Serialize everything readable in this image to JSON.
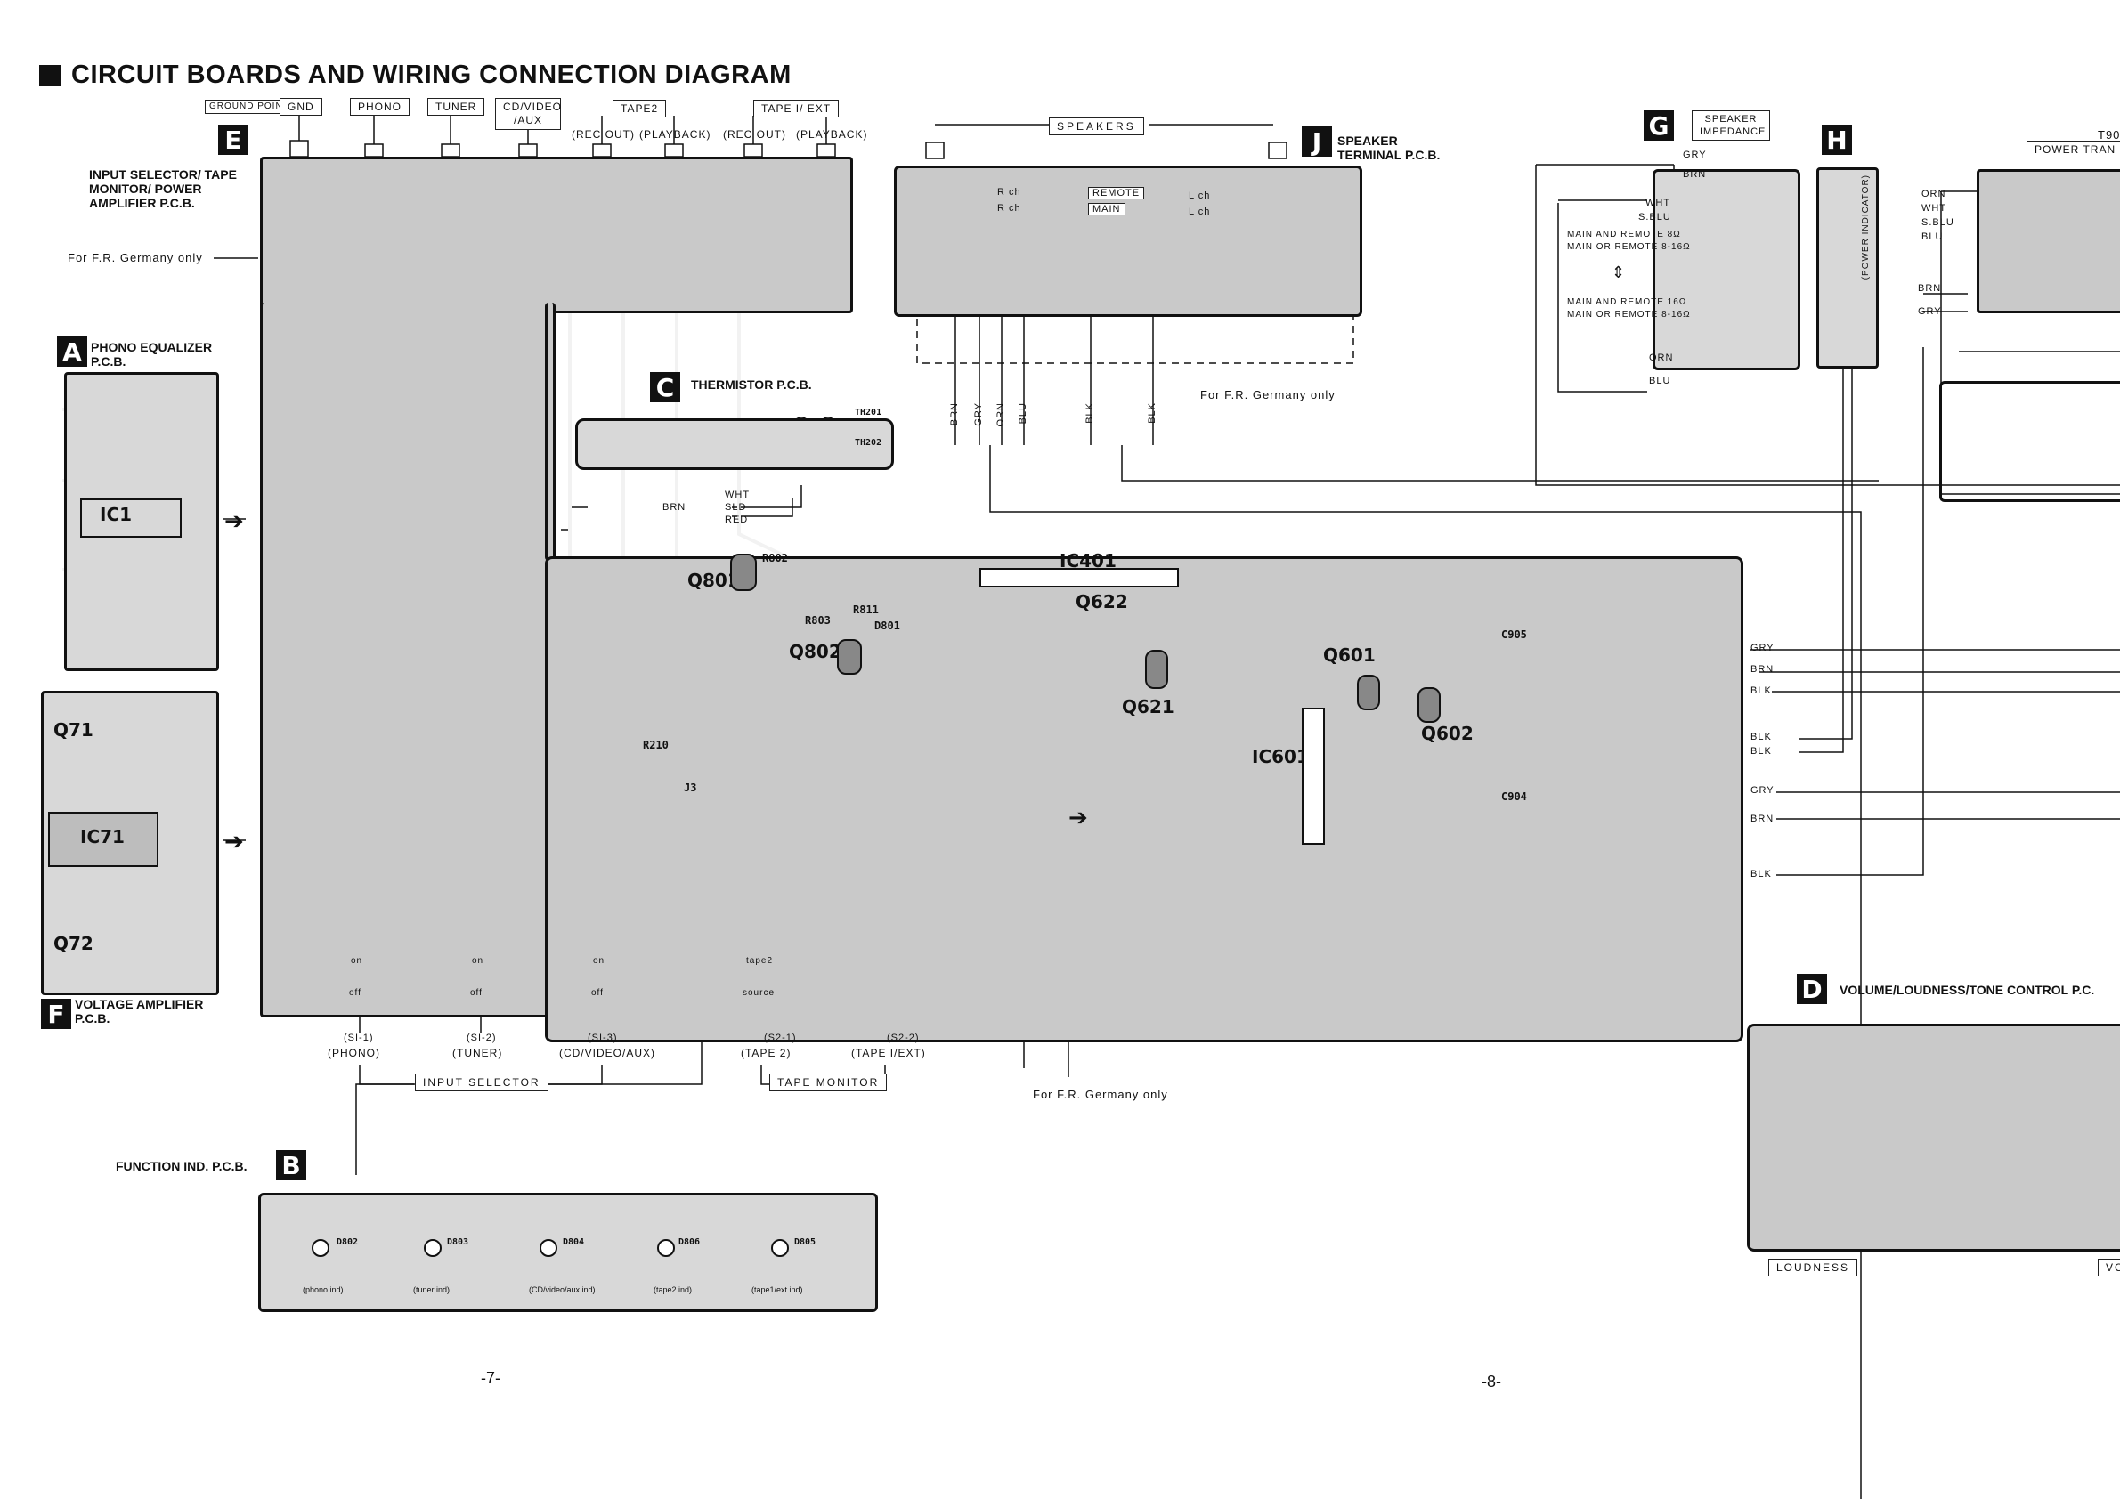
{
  "title": "CIRCUIT BOARDS AND WIRING CONNECTION DIAGRAM",
  "top_terminals": {
    "ground_point": "GROUND POINT",
    "gnd": "GND",
    "phono": "PHONO",
    "tuner": "TUNER",
    "cd_video_aux": "CD/VIDEO /AUX",
    "tape2": "TAPE2",
    "tape1_ext": "TAPE I/ EXT",
    "rec_out_1": "(REC OUT)",
    "playback_1": "(PLAYBACK)",
    "rec_out_2": "(REC OUT)",
    "playback_2": "(PLAYBACK)"
  },
  "boards": {
    "E": {
      "letter": "E",
      "label": "INPUT SELECTOR/ TAPE MONITOR/ POWER AMPLIFIER P.C.B."
    },
    "A": {
      "letter": "A",
      "label": "PHONO EQUALIZER P.C.B."
    },
    "F": {
      "letter": "F",
      "label": "VOLTAGE AMPLIFIER P.C.B."
    },
    "C": {
      "letter": "C",
      "label": "THERMISTOR P.C.B."
    },
    "J": {
      "letter": "J",
      "label": "SPEAKER TERMINAL P.C.B."
    },
    "G": {
      "letter": "G",
      "label": "SPEAKER IMPEDANCE"
    },
    "H": {
      "letter": "H",
      "label": "(POWER INDICATOR)"
    },
    "B": {
      "letter": "B",
      "label": "FUNCTION IND. P.C.B."
    },
    "D": {
      "letter": "D",
      "label": "VOLUME/LOUDNESS/TONE CONTROL P.C."
    }
  },
  "notes": {
    "frg_left": "For F.R. Germany only",
    "frg_speaker": "For F.R. Germany only",
    "frg_bottom": "For F.R. Germany only"
  },
  "speakers": {
    "header": "SPEAKERS",
    "rch": "R ch",
    "lch": "L ch",
    "remote": "REMOTE",
    "main": "MAIN"
  },
  "impedance": {
    "main_remote_8": "MAIN AND REMOTE 8Ω",
    "main_or_remote_8_16": "MAIN OR REMOTE 8-16Ω",
    "main_remote_16": "MAIN AND REMOTE 16Ω",
    "main_or_remote_8_16b": "MAIN OR REMOTE 8-16Ω"
  },
  "transformer": {
    "t": "T90",
    "label": "POWER TRAN"
  },
  "wires": {
    "gry": "GRY",
    "brn": "BRN",
    "wht": "WHT",
    "sblu": "S.BLU",
    "orn": "ORN",
    "blu": "BLU",
    "blk": "BLK",
    "red": "RED",
    "sld": "SLD"
  },
  "selectors": {
    "s1_1": "(SI-1)",
    "s1_2": "(SI-2)",
    "s1_3": "(SI-3)",
    "s2_1": "(S2-1)",
    "s2_2": "(S2-2)",
    "phono": "(PHONO)",
    "tuner": "(TUNER)",
    "cd": "(CD/VIDEO/AUX)",
    "tape2": "(TAPE 2)",
    "tape1": "(TAPE I/EXT)",
    "input_selector": "INPUT SELECTOR",
    "tape_monitor": "TAPE MONITOR",
    "on": "on",
    "off": "off",
    "tape2_short": "tape2",
    "source": "source"
  },
  "components": {
    "ic401": "IC401",
    "ic601": "IC601",
    "ic1": "IC1",
    "ic71": "IC71",
    "q801": "Q801",
    "q802": "Q802",
    "q622": "Q622",
    "q621": "Q621",
    "q601": "Q601",
    "q602": "Q602",
    "q71": "Q71",
    "q72": "Q72",
    "c905": "C905",
    "c904": "C904",
    "r802": "R802",
    "r803": "R803",
    "r811": "R811",
    "d801": "D801",
    "r210": "R210",
    "j3": "J3",
    "th201": "TH201",
    "th202": "TH202"
  },
  "indicators": {
    "phono_ind": "(phono ind)",
    "tuner_ind": "(tuner ind)",
    "cd_ind": "(CD/video/aux ind)",
    "tape2_ind": "(tape2 ind)",
    "tape1_ind": "(tape1/ext ind)",
    "d802": "D802",
    "d803": "D803",
    "d804": "D804",
    "d806": "D806",
    "d805": "D805"
  },
  "loudness": "LOUDNESS",
  "vo": "VO",
  "pages": {
    "left": "-7-",
    "right": "-8-"
  },
  "colors": {
    "ink": "#111111",
    "board": "#c9c9c9",
    "trace": "#f4f4f4"
  }
}
